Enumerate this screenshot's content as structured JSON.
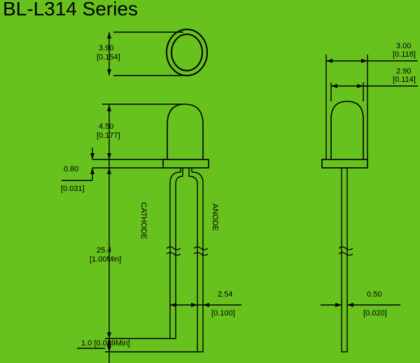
{
  "title": "BL-L314 Series",
  "dimensions": {
    "lens_diameter_mm": "3.90",
    "lens_diameter_in": "[0.154]",
    "lens_height_mm": "4.50",
    "lens_height_in": "[0.177]",
    "flange_height_mm": "0.80",
    "flange_height_in": "[0.031]",
    "lead_length_mm": "25.4",
    "lead_length_in": "[1.00Min]",
    "lead_end": "1.0 [0.039Min]",
    "pitch_mm": "2.54",
    "pitch_in": "[0.100]",
    "flange_width_mm": "3.00",
    "flange_width_in": "[0.118]",
    "body_width_mm": "2.90",
    "body_width_in": "[0.114]",
    "lead_width_mm": "0.50",
    "lead_width_in": "[0.020]"
  },
  "pins": {
    "cathode": "CATHODE",
    "anode": "ANODE"
  }
}
